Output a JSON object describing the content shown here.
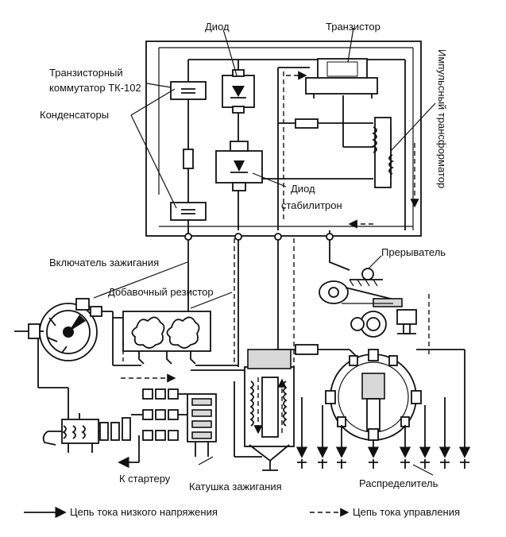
{
  "labels": {
    "diode_top": "Диод",
    "transistor": "Транзистор",
    "commutator_line1": "Транзисторный",
    "commutator_line2": "коммутатор ТК-102",
    "capacitors": "Конденсаторы",
    "pulse_transformer": "Импульсный трансформатор",
    "diode_zener_line1": "Диод",
    "diode_zener_line2": "стабилитрон",
    "ignition_switch": "Включатель зажигания",
    "breaker": "Прерыватель",
    "extra_resistor": "Добавочный резистор",
    "to_starter": "К стартеру",
    "ignition_coil": "Катушка зажигания",
    "distributor": "Распределитель"
  },
  "legend": {
    "low_voltage": "Цепь тока низкого напряжения",
    "control": "Цепь тока управления"
  }
}
